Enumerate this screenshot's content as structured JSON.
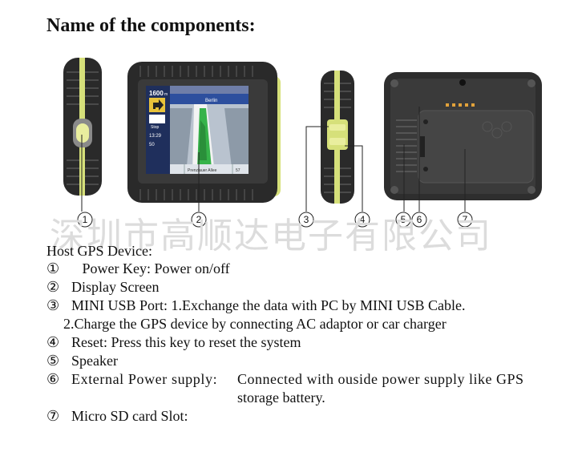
{
  "heading": "Name of the components:",
  "watermark": "深圳市高顺达电子有限公司",
  "screen": {
    "distance": "1600",
    "unit": "m",
    "street_top": "Berlin",
    "stop_label": "Stop",
    "time": "13:29",
    "speed": "50",
    "street_bottom": "Prenzlauer Allee",
    "corner": "57"
  },
  "callouts": [
    "1",
    "2",
    "3",
    "4",
    "5",
    "6",
    "7"
  ],
  "intro": "Host GPS Device:",
  "items": [
    {
      "num": "①",
      "text": "   Power Key: Power on/off"
    },
    {
      "num": "②",
      "text": "Display Screen"
    },
    {
      "num": "③",
      "text": "MINI USB Port: 1.Exchange the data with PC by MINI USB Cable."
    },
    {
      "num": "",
      "text": "2.Charge the GPS device by connecting AC adaptor or car charger"
    },
    {
      "num": "④",
      "text": "Reset: Press this key to reset the system"
    },
    {
      "num": "⑤",
      "text": "Speaker"
    },
    {
      "num": "⑥",
      "text": "External Power supply:",
      "text2": "Connected with ouside power supply like GPS",
      "text3": "storage battery."
    },
    {
      "num": "⑦",
      "text": "Micro SD card Slot:"
    }
  ],
  "colors": {
    "body": "#2a2a2a",
    "accent": "#d6e07a",
    "map_green": "#36b34a",
    "screen_blue": "#2d4f9e"
  }
}
